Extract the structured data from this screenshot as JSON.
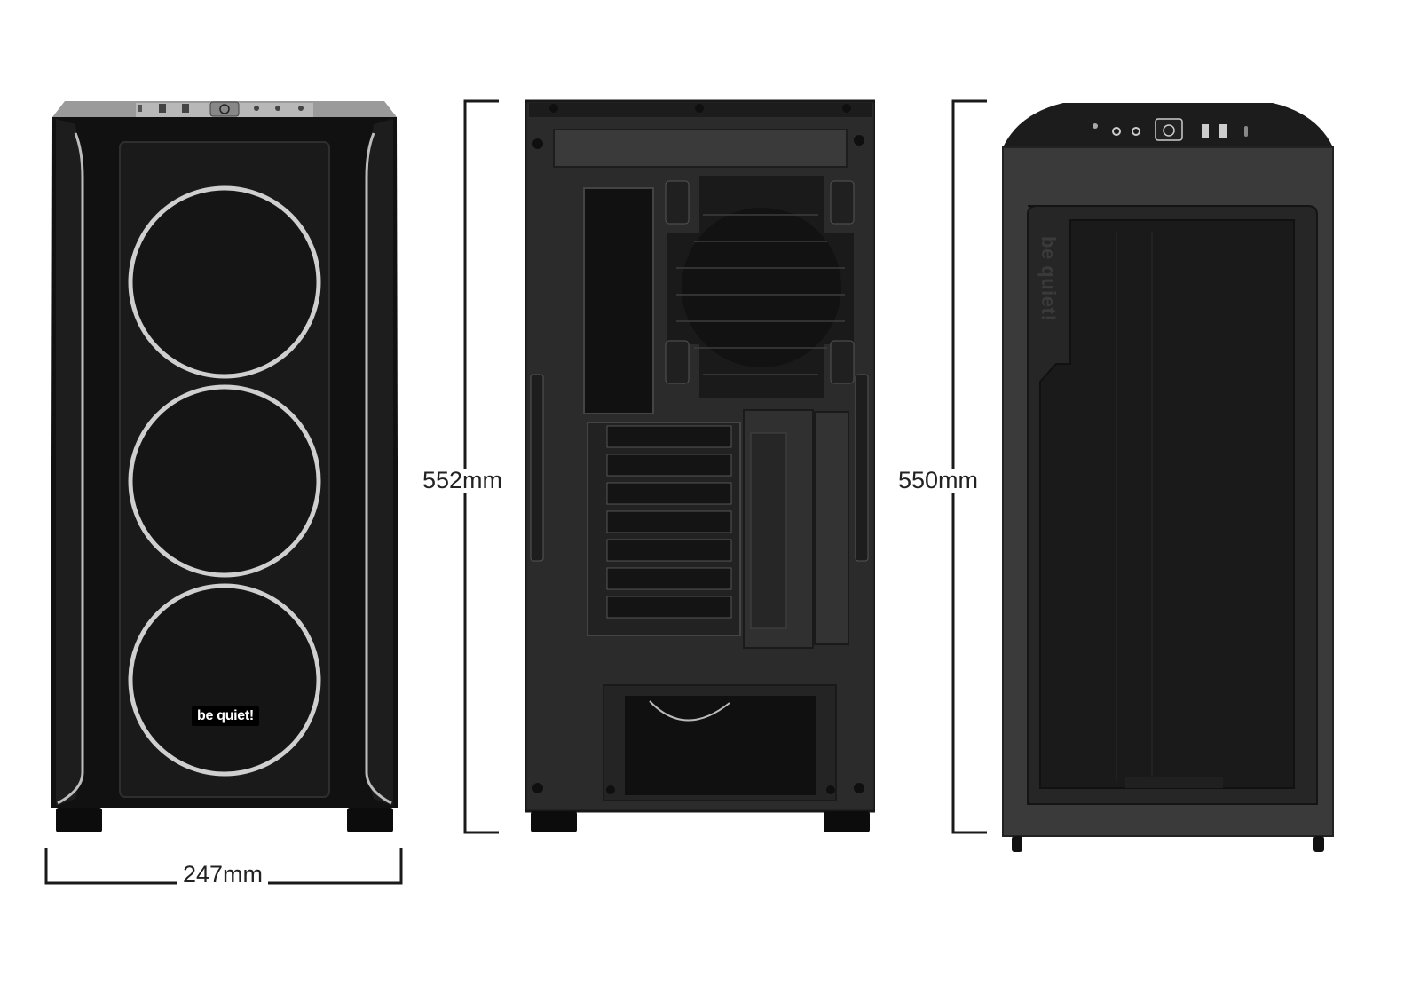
{
  "brand": {
    "logo_text": "be quiet!"
  },
  "dimensions": {
    "width": "247mm",
    "height_rear": "552mm",
    "height_side": "550mm"
  },
  "views": {
    "front": {
      "icon": "case-front-view"
    },
    "rear": {
      "icon": "case-rear-view"
    },
    "side": {
      "icon": "case-side-view"
    }
  },
  "colors": {
    "case_body": "#141414",
    "case_panel": "#2a2a2a",
    "ring": "#cfcfcf",
    "dimension_line": "#1a1a1a"
  }
}
